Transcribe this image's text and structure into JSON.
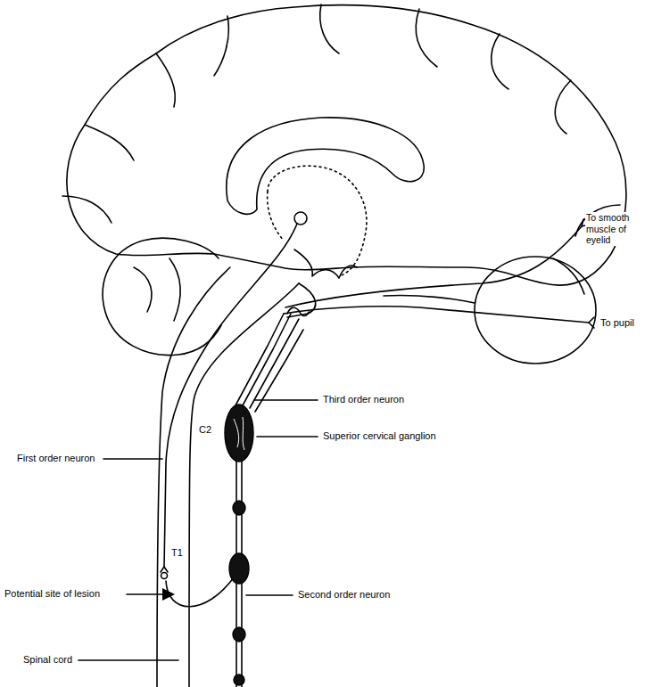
{
  "diagram": {
    "labels": [
      "To smooth muscle of eyelid",
      "To pupil",
      "Third order neuron",
      "C2",
      "Superior cervical ganglion",
      "First order neuron",
      "T1",
      "Potential site of lesion",
      "Second order neuron",
      "Spinal cord"
    ]
  }
}
